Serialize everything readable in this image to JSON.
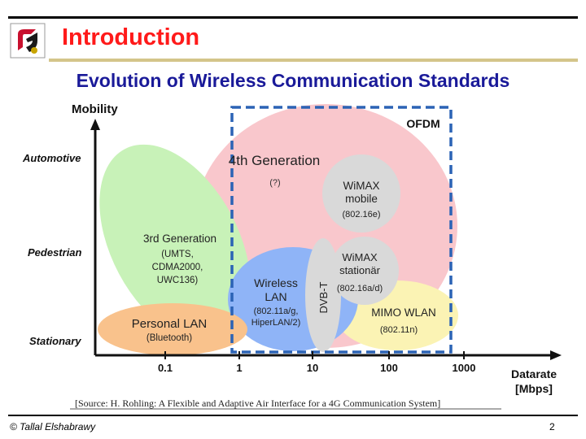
{
  "slide": {
    "title": "Introduction",
    "subtitle": "Evolution of Wireless Communication Standards",
    "footer_left": "© Tallal Elshabrawy",
    "page_number": "2"
  },
  "diagram": {
    "y_axis_title": "Mobility",
    "y_levels": [
      "Automotive",
      "Pedestrian",
      "Stationary"
    ],
    "x_ticks": [
      "0.1",
      "1",
      "10",
      "100",
      "1000"
    ],
    "x_axis_title_line1": "Datarate",
    "x_axis_title_line2": "[Mbps]",
    "ofdm_label": "OFDM",
    "regions": {
      "fourth_gen": {
        "title": "4th Generation",
        "note": "(?)"
      },
      "third_gen": {
        "title": "3rd Generation",
        "line1": "(UMTS,",
        "line2": "CDMA2000,",
        "line3": "UWC136)"
      },
      "personal_lan": {
        "title": "Personal LAN",
        "note": "(Bluetooth)"
      },
      "wireless_lan": {
        "line1": "Wireless",
        "line2": "LAN",
        "line3": "(802.11a/g,",
        "line4": "HiperLAN/2)"
      },
      "wimax_mobile": {
        "line1": "WiMAX",
        "line2": "mobile",
        "line3": "(802.16e)"
      },
      "wimax_stationary": {
        "line1": "WiMAX",
        "line2": "stationär",
        "line3": "(802.16a/d)"
      },
      "mimo_wlan": {
        "title": "MIMO WLAN",
        "note": "(802.11n)"
      },
      "dvbt": {
        "label": "DVB-T"
      }
    },
    "colors": {
      "fourth_gen": "#f9c7cc",
      "third_gen": "#c8f2b8",
      "personal_lan": "#f9c28c",
      "wireless_lan": "#8fb4f7",
      "wimax": "#d9d9d9",
      "mimo_wlan": "#fbf3b4",
      "ofdm_box": "#2b63b5",
      "axis": "#111111"
    }
  },
  "source_text": "[Source: H. Rohling: A Flexible and Adaptive Air Interface for a 4G Communication System]"
}
